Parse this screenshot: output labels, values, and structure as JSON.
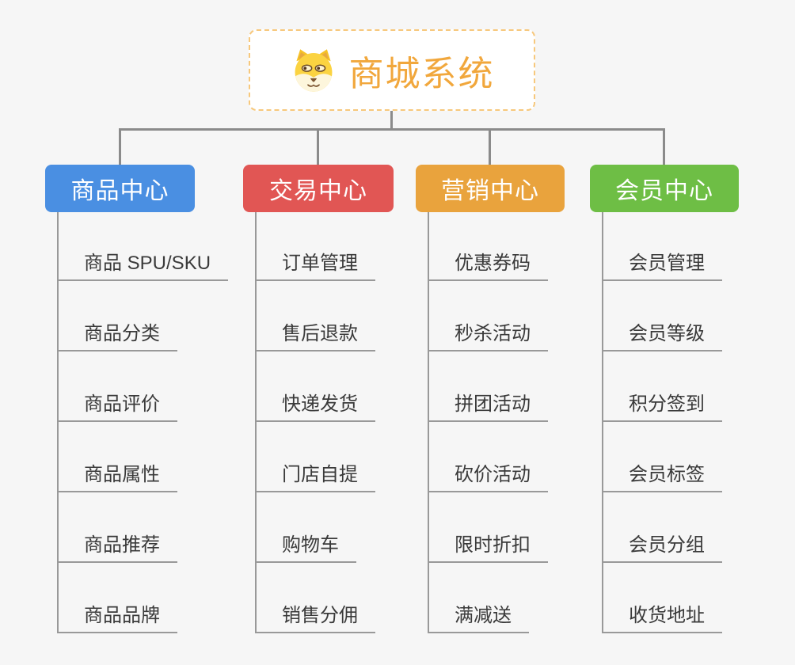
{
  "root": {
    "title": "商城系统",
    "icon": "doge-face"
  },
  "branches": [
    {
      "id": "product-center",
      "label": "商品中心",
      "color": "#4A8FE2",
      "items": [
        "商品 SPU/SKU",
        "商品分类",
        "商品评价",
        "商品属性",
        "商品推荐",
        "商品品牌"
      ]
    },
    {
      "id": "trade-center",
      "label": "交易中心",
      "color": "#E15654",
      "items": [
        "订单管理",
        "售后退款",
        "快递发货",
        "门店自提",
        "购物车",
        "销售分佣"
      ]
    },
    {
      "id": "marketing-center",
      "label": "营销中心",
      "color": "#E9A33D",
      "items": [
        "优惠券码",
        "秒杀活动",
        "拼团活动",
        "砍价活动",
        "限时折扣",
        "满减送"
      ]
    },
    {
      "id": "member-center",
      "label": "会员中心",
      "color": "#6EBE45",
      "items": [
        "会员管理",
        "会员等级",
        "积分签到",
        "会员标签",
        "会员分组",
        "收货地址"
      ]
    }
  ],
  "colors": {
    "background": "#F6F6F6",
    "root_text": "#F1A73C",
    "root_border": "#F7C87C",
    "connector": "#8B8B8B",
    "item_line": "#999999",
    "item_text": "#3A3A3A"
  }
}
